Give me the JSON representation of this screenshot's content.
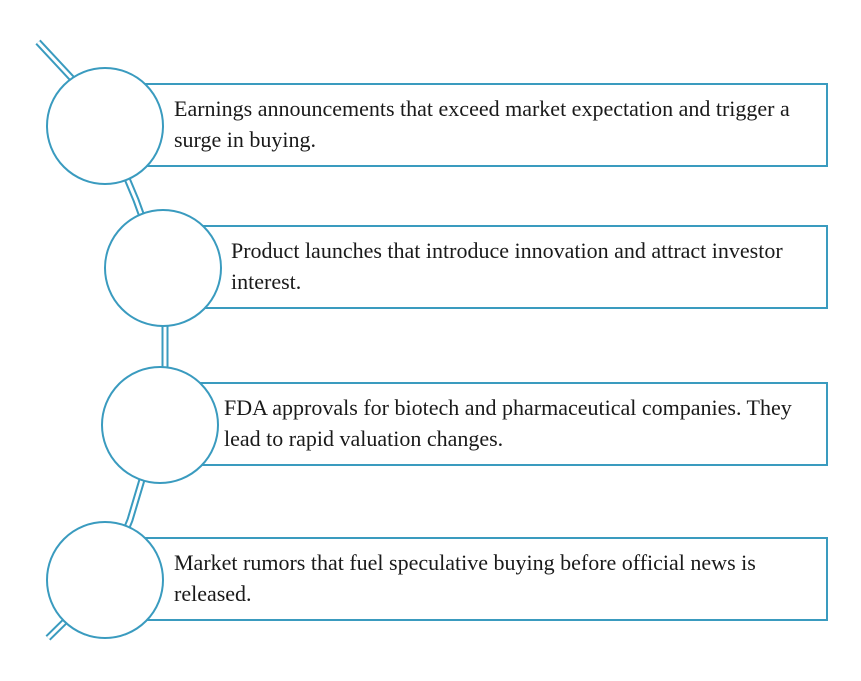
{
  "accent_color": "#3a9bbf",
  "text_color": "#1a1a1a",
  "items": [
    {
      "text": "Earnings announcements that exceed market expectation and trigger a surge in buying."
    },
    {
      "text": "Product launches that introduce innovation and attract investor interest."
    },
    {
      "text": "FDA approvals for biotech and pharmaceutical companies. They lead to rapid valuation changes."
    },
    {
      "text": "Market rumors that fuel speculative buying before official news is released."
    }
  ]
}
